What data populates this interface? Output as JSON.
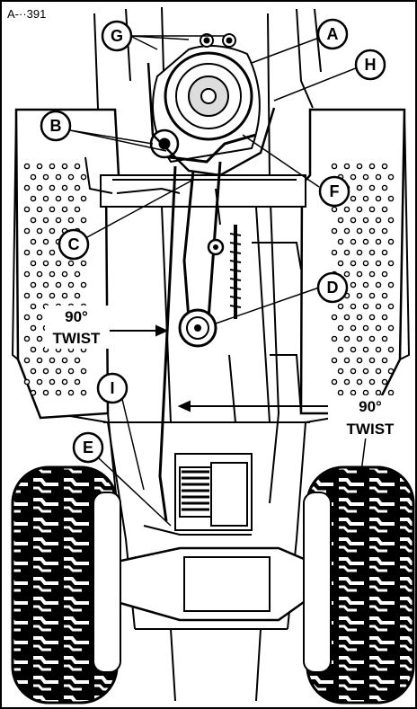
{
  "figure_id": "A-··391",
  "callouts": {
    "A": "A",
    "B": "B",
    "C": "C",
    "D": "D",
    "E": "E",
    "F": "F",
    "G": "G",
    "H": "H",
    "I": "I"
  },
  "twist_left": {
    "degrees": "90°",
    "label": "TWIST"
  },
  "twist_right": {
    "degrees": "90°",
    "label": "TWIST"
  },
  "colors": {
    "ink": "#000000",
    "paper": "#ffffff"
  }
}
